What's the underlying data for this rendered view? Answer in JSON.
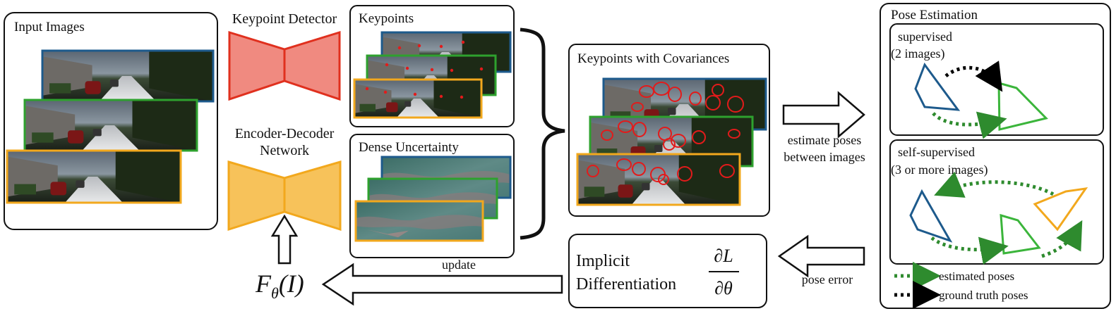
{
  "panels": {
    "input_images": "Input Images",
    "keypoints": "Keypoints",
    "dense_uncertainty": "Dense Uncertainty",
    "keypoints_with_covariances": "Keypoints with Covariances",
    "pose_estimation": "Pose Estimation"
  },
  "networks": {
    "keypoint_detector": "Keypoint Detector",
    "encoder_decoder_line1": "Encoder-Decoder",
    "encoder_decoder_line2": "Network"
  },
  "arrows": {
    "estimate_line1": "estimate poses",
    "estimate_line2": "between images",
    "pose_error": "pose error",
    "update": "update"
  },
  "implicit": {
    "line1": "Implicit",
    "line2": "Differentiation",
    "numerator": "∂L",
    "denominator": "∂θ"
  },
  "function_label": {
    "base": "F",
    "subscript": "θ",
    "argument": "(I)"
  },
  "pose": {
    "supervised_line1": "supervised",
    "supervised_line2": "(2 images)",
    "self_supervised_line1": "self-supervised",
    "self_supervised_line2": "(3 or more images)"
  },
  "legend": {
    "estimated": "estimated poses",
    "ground_truth": "ground truth poses"
  },
  "colors": {
    "blue_frame": "#1d5a8c",
    "green_frame": "#2ea12e",
    "orange_frame": "#f2a81d",
    "detector_fill": "#f08a80",
    "detector_stroke": "#e0301e",
    "encoder_fill": "#f7c25a",
    "encoder_stroke": "#f2a81d",
    "keypoint_red": "#e21b1b",
    "estimated_arrow": "#2e8b2e",
    "ground_truth_arrow": "#000000"
  },
  "icons": [
    "street-image",
    "hourglass-network",
    "hollow-arrow",
    "curly-brace",
    "camera-pose-quad"
  ]
}
